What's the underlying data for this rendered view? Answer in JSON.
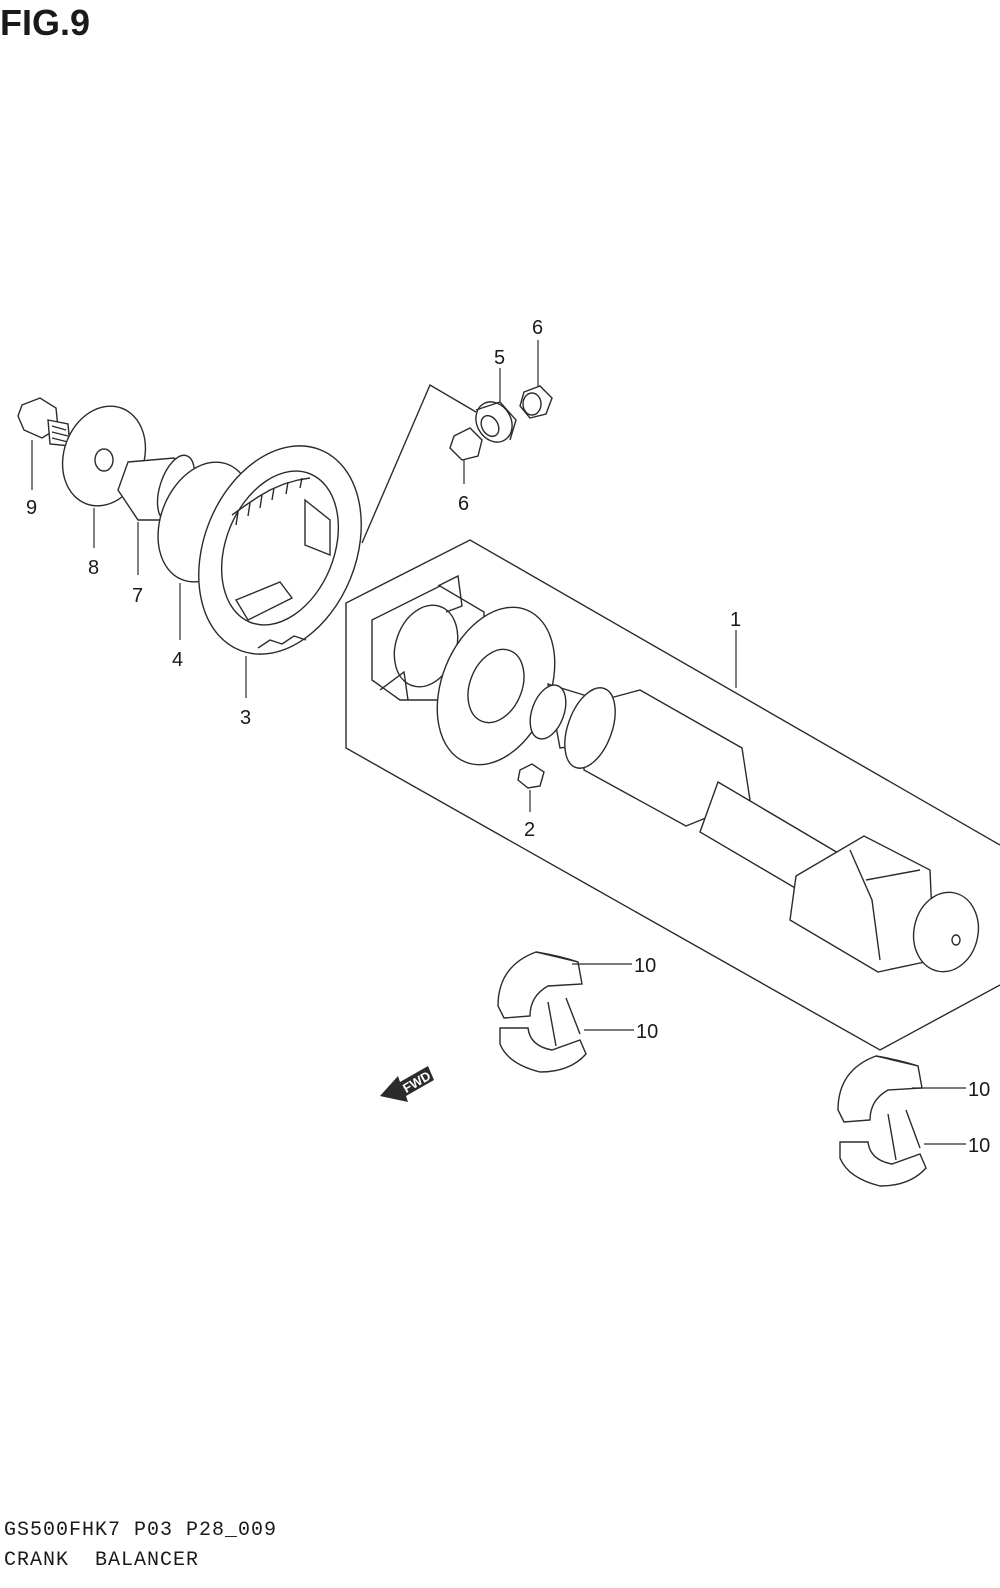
{
  "figure": {
    "title": "FIG.9",
    "fwd_label": "FWD"
  },
  "callouts": {
    "p1": "1",
    "p2": "2",
    "p3": "3",
    "p4": "4",
    "p5": "5",
    "p6a": "6",
    "p6b": "6",
    "p7": "7",
    "p8": "8",
    "p9": "9",
    "p10a": "10",
    "p10b": "10",
    "p10c": "10",
    "p10d": "10"
  },
  "footer": {
    "model_code": "GS500FHK7 P03 P28_009",
    "section_name": "CRANK  BALANCER"
  },
  "colors": {
    "line": "#2b2b2b",
    "text": "#1a1a1a",
    "background": "#ffffff"
  }
}
